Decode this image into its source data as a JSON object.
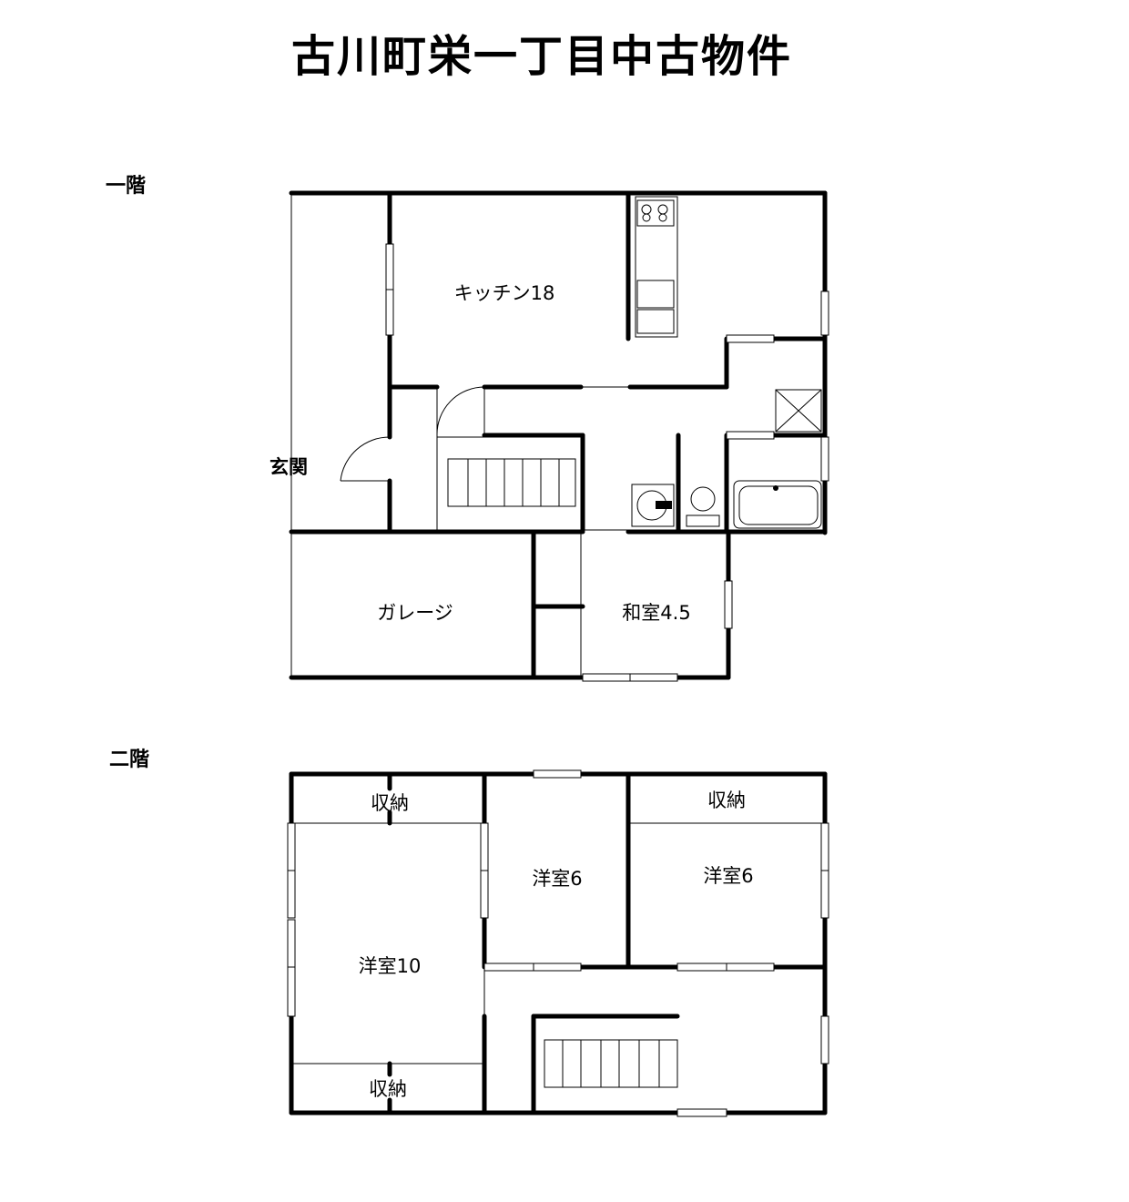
{
  "title": "古川町栄一丁目中古物件",
  "floors": {
    "first": {
      "label": "一階",
      "rooms": {
        "kitchen": "キッチン18",
        "entrance": "玄関",
        "garage": "ガレージ",
        "washitsu": "和室4.5"
      }
    },
    "second": {
      "label": "二階",
      "rooms": {
        "storage_a": "収納",
        "storage_b": "収納",
        "storage_c": "収納",
        "youshitsu_10": "洋室10",
        "youshitsu_6a": "洋室6",
        "youshitsu_6b": "洋室6"
      }
    }
  }
}
